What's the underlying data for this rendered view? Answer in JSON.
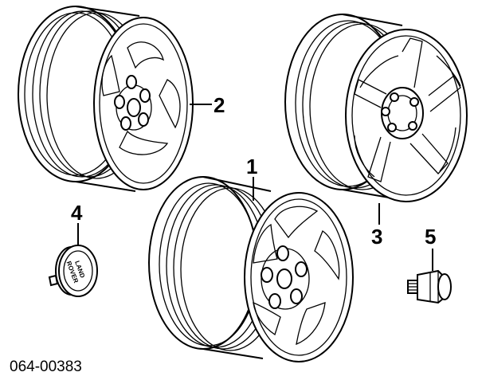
{
  "figure_id": "064-00383",
  "callouts": {
    "wheel_1": "1",
    "wheel_2": "2",
    "wheel_3": "3",
    "center_cap": "4",
    "wheel_nut": "5"
  },
  "cap_logo_text": [
    "LAND",
    "ROVER"
  ]
}
